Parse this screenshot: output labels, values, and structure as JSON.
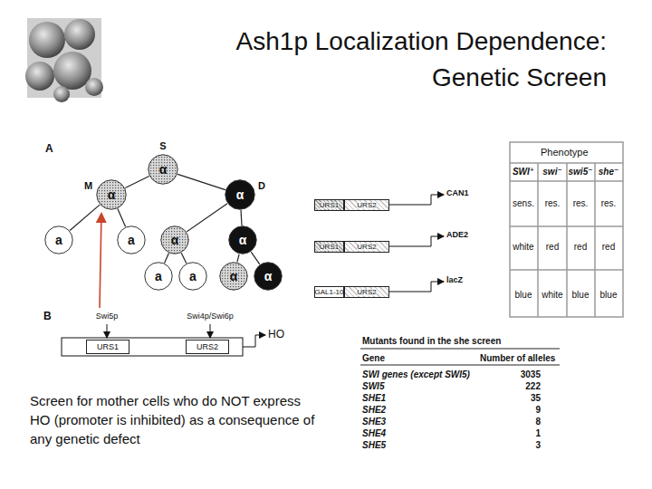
{
  "diagram": {
    "title": "Ash1p Localization Dependence: Genetic Screen",
    "caption": "Screen for mother cells who do NOT express HO (promoter is inhibited) as a consequence of any genetic defect",
    "nodes": [
      {
        "text": [
          "α"
        ]
      },
      {
        "text": [
          "α"
        ]
      },
      {
        "text": [
          "α"
        ]
      },
      {
        "text": [
          "a"
        ]
      },
      {
        "text": [
          "a"
        ]
      },
      {
        "text": [
          "α"
        ]
      },
      {
        "text": [
          "α"
        ]
      },
      {
        "text": [
          "a"
        ]
      },
      {
        "text": [
          "a"
        ]
      },
      {
        "text": [
          "α"
        ]
      },
      {
        "text": [
          "α"
        ]
      },
      {
        "text": [
          "URS1"
        ]
      },
      {
        "text": [
          "URS2"
        ]
      },
      {
        "text": [
          "URS1"
        ]
      },
      {
        "text": [
          "URS2"
        ]
      },
      {
        "text": [
          "URS1"
        ]
      },
      {
        "text": [
          "URS2"
        ]
      },
      {
        "text": [
          "GAL1-10"
        ]
      },
      {
        "text": [
          "URS2"
        ]
      }
    ],
    "edges": [
      {
        "from": 0,
        "to": 1,
        "arrow": "none"
      },
      {
        "from": 0,
        "to": 2,
        "arrow": "none"
      },
      {
        "from": 1,
        "to": 3,
        "arrow": "none"
      },
      {
        "from": 1,
        "to": 4,
        "arrow": "none"
      },
      {
        "from": 2,
        "to": 5,
        "arrow": "none"
      },
      {
        "from": 2,
        "to": 6,
        "arrow": "none"
      },
      {
        "from": 5,
        "to": 7,
        "arrow": "none"
      },
      {
        "from": 5,
        "to": 8,
        "arrow": "none"
      },
      {
        "from": 6,
        "to": 9,
        "arrow": "none"
      },
      {
        "from": 6,
        "to": 10,
        "arrow": "none"
      }
    ],
    "labels": [
      "A",
      "S",
      "M",
      "D",
      "B",
      "Swi5p",
      "Swi4p/Swi6p",
      "HO",
      "CAN1",
      "ADE2",
      "lacZ",
      "Phenotype",
      "SWI⁺",
      "swi⁻",
      "swi5⁻",
      "she⁻",
      "sens.",
      "res.",
      "res.",
      "res.",
      "white",
      "red",
      "red",
      "red",
      "blue",
      "white",
      "blue",
      "blue",
      "Mutants found in the she screen",
      "Gene",
      "Number of alleles",
      "SWI genes (except SWI5)",
      "3035",
      "SWI5",
      "222",
      "SHE1",
      "35",
      "SHE2",
      "9",
      "SHE3",
      "8",
      "SHE4",
      "1",
      "SHE5",
      "3"
    ]
  }
}
